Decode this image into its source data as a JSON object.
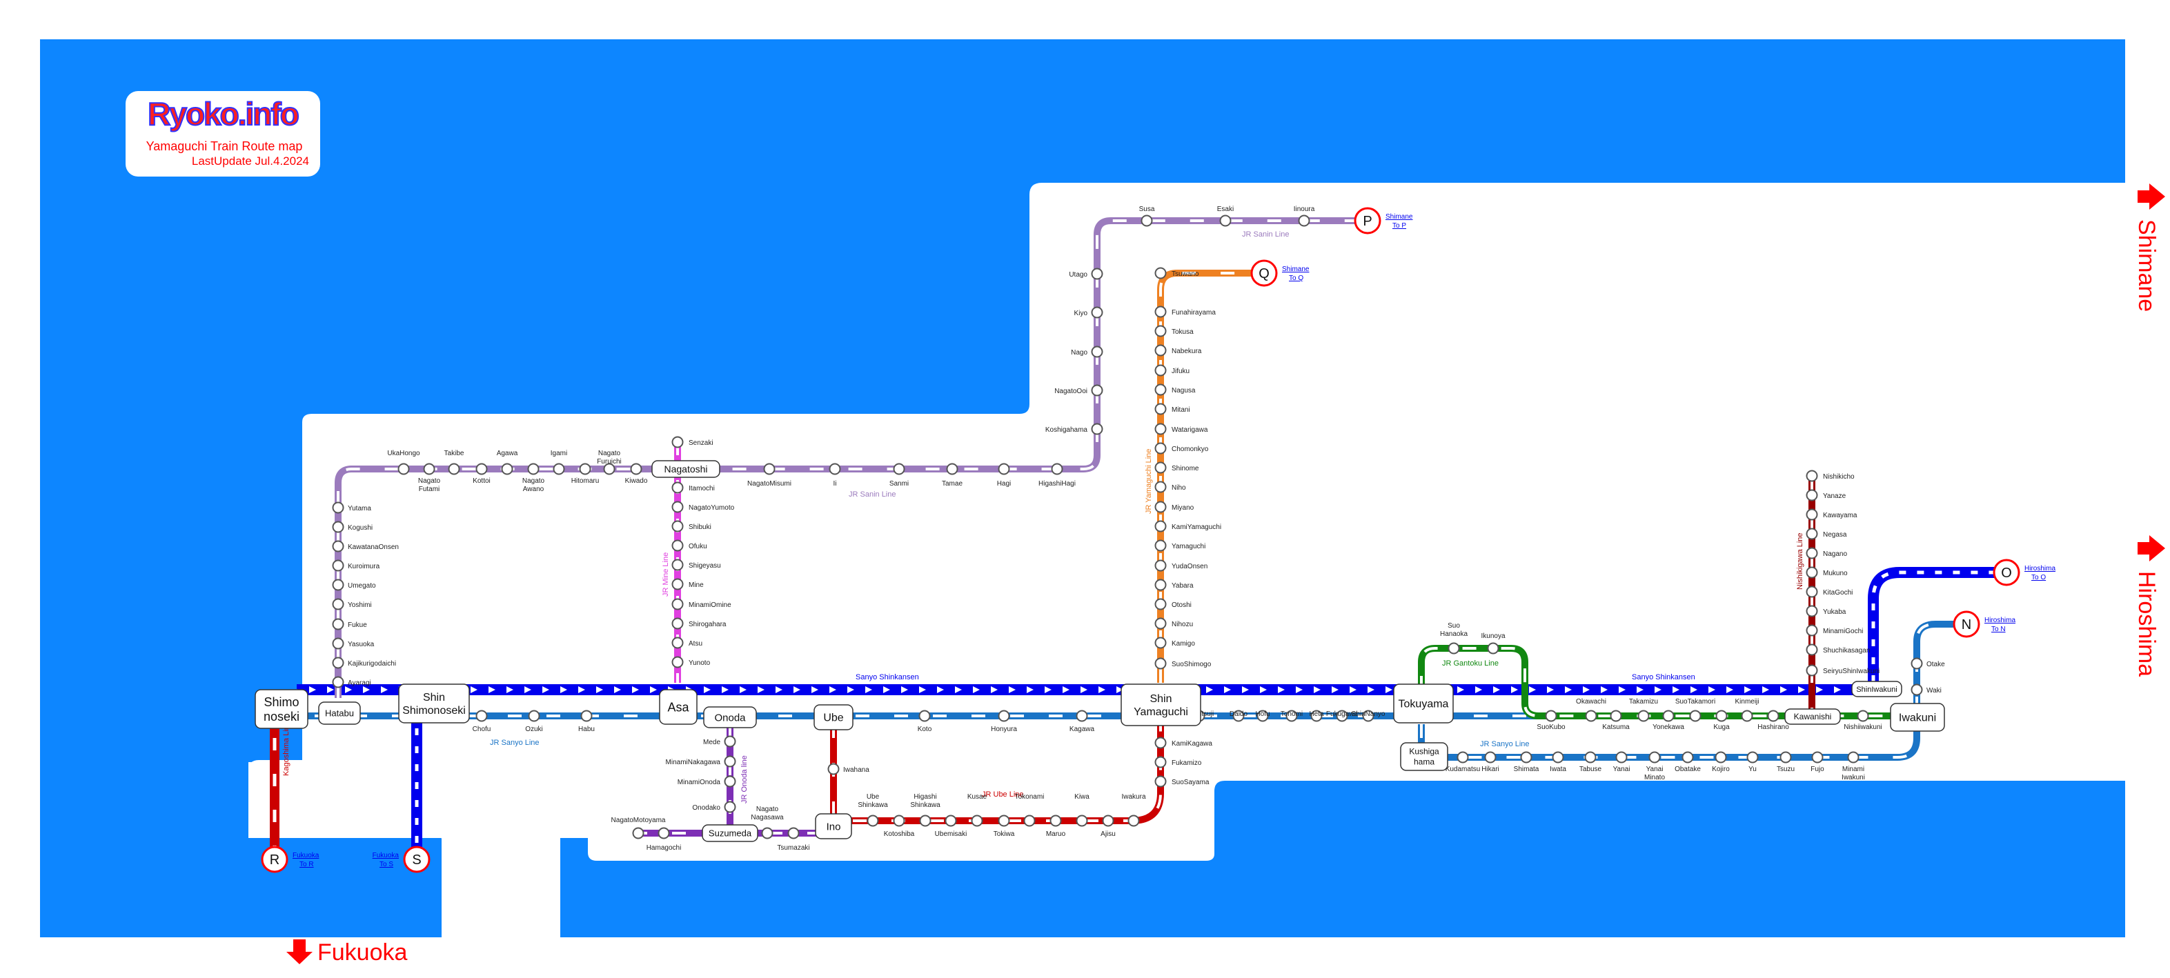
{
  "header": {
    "logo": "Ryoko.info",
    "title": "Yamaguchi Train Route map",
    "update": "LastUpdate Jul.4.2024"
  },
  "colors": {
    "sea": "#0d86ff",
    "land": "#ffffff",
    "shinkansen": "#0000ee",
    "sanyo": "#1a74c6",
    "sanin": "#9b7bbd",
    "mine": "#e040e0",
    "yamaguchi": "#ee8122",
    "ube": "#cc0000",
    "onoda": "#7d2fb5",
    "gantoku": "#118811",
    "nishikigawa": "#990000",
    "kagoshima": "#cc0000",
    "direction": "#ff0000"
  },
  "directions": {
    "shimane": "Shimane",
    "hiroshima": "Hiroshima",
    "fukuoka": "Fukuoka"
  },
  "line_labels": {
    "shinkansen_w": "Sanyo Shinkansen",
    "shinkansen_e": "Sanyo Shinkansen",
    "sanyo_w": "JR Sanyo Line",
    "sanyo_e": "JR Sanyo Line",
    "sanin_n": "JR Sanin Line",
    "sanin_w": "JR Sanin Line",
    "mine": "JR Mine Line",
    "yamaguchi": "JR Yamaguchi Line",
    "onoda": "JR Onoda line",
    "ube": "JR Ube Line",
    "gantoku": "JR Gantoku Line",
    "nishikigawa": "Nishikigawa Line",
    "kagoshima": "Kagoshima Line"
  },
  "terminals": {
    "P": {
      "letter": "P",
      "link1": "Shimane",
      "link2": "To P"
    },
    "Q": {
      "letter": "Q",
      "link1": "Shimane",
      "link2": "To Q"
    },
    "O": {
      "letter": "O",
      "link1": "Hiroshima",
      "link2": "To O"
    },
    "N": {
      "letter": "N",
      "link1": "Hiroshima",
      "link2": "To N"
    },
    "R": {
      "letter": "R",
      "link1": "Fukuoka",
      "link2": "To R"
    },
    "S": {
      "letter": "S",
      "link1": "Fukuoka",
      "link2": "To S"
    }
  },
  "major_stations": {
    "shimonoseki": [
      "Shimo",
      "noseki"
    ],
    "hatabu": [
      "Hatabu"
    ],
    "shin_shimonoseki": [
      "Shin",
      "Shimonoseki"
    ],
    "asa": [
      "Asa"
    ],
    "onoda": [
      "Onoda"
    ],
    "ube": [
      "Ube"
    ],
    "shin_yamaguchi": [
      "Shin",
      "Yamaguchi"
    ],
    "tokuyama": [
      "Tokuyama"
    ],
    "iwakuni": [
      "Iwakuni"
    ],
    "nagatoshi": [
      "Nagatoshi"
    ],
    "suzumeda": [
      "Suzumeda"
    ],
    "ino": [
      "Ino"
    ],
    "kushigahama": [
      "Kushiga",
      "hama"
    ],
    "kawanishi": [
      "Kawanishi"
    ],
    "shiniwakuni": [
      "ShinIwakuni"
    ]
  },
  "stations": {
    "sanin_north": [
      "Susa",
      "Esaki",
      "Iinoura"
    ],
    "sanin_vertical": [
      "Utago",
      "Kiyo",
      "Nago",
      "NagatoOoi",
      "Koshigahama"
    ],
    "sanin_main": [
      "NagatoMisumi",
      "Ii",
      "Sanmi",
      "Tamae",
      "Hagi",
      "HigashiHagi"
    ],
    "sanin_west_upper": [
      "UkaHongo",
      "Takibe",
      "Agawa",
      "Igami",
      "Nagato Furuichi"
    ],
    "sanin_west_lower": [
      "Nagato Futami",
      "Kottoi",
      "Nagato Awano",
      "Hitomaru",
      "Kiwado"
    ],
    "sanin_west_vertical": [
      "Yutama",
      "Kogushi",
      "KawatanaOnsen",
      "Kuroimura",
      "Umegato",
      "Yoshimi",
      "Fukue",
      "Yasuoka",
      "Kajikurigodaichi",
      "Ayaragi"
    ],
    "mine": [
      "Senzaki",
      "Itamochi",
      "NagatoYumoto",
      "Shibuki",
      "Ofuku",
      "Shigeyasu",
      "Mine",
      "MinamiOmine",
      "Shirogahara",
      "Atsu",
      "Yunoto"
    ],
    "yamaguchi": [
      "Tsuwano",
      "Funahirayama",
      "Tokusa",
      "Nabekura",
      "Jifuku",
      "Nagusa",
      "Mitani",
      "Watarigawa",
      "Chomonkyo",
      "Shinome",
      "Niho",
      "Miyano",
      "KamiYamaguchi",
      "Yamaguchi",
      "YudaOnsen",
      "Yabara",
      "Otoshi",
      "Nihozu",
      "Kamigo",
      "SuoShimogo"
    ],
    "sanyo_west": [
      "Chofu",
      "Ozuki",
      "Habu",
      "Koto",
      "Honyura",
      "Kagawa"
    ],
    "sanyo_east": [
      "Yotsutsuji",
      "Daido",
      "Hofu",
      "Tonomi",
      "Heta",
      "Fukugawa",
      "ShinNanyo"
    ],
    "onoda": [
      "Mede",
      "MinamiNakagawa",
      "MinamiOnoda",
      "Onodako",
      "Nagato Nagasawa",
      "NagatoMotoyama",
      "Hamagochi",
      "Tsumazaki"
    ],
    "ube": [
      "Iwahana",
      "KamiKagawa",
      "Fukamizo",
      "SuoSayama"
    ],
    "ube_lower_up": [
      "Ube Shinkawa",
      "Higashi Shinkawa",
      "Kusae",
      "Tokonami",
      "Kiwa",
      "Iwakura"
    ],
    "ube_lower_down": [
      "Kotoshiba",
      "Ubemisaki",
      "Tokiwa",
      "Maruo",
      "Ajisu"
    ],
    "gantoku": [
      "Suo Hanaoka",
      "Ikunoya",
      "SuoKubo",
      "Okawachi",
      "Katsuma",
      "Takamizu",
      "Yonekawa",
      "SuoTakamori",
      "Kuga",
      "Kinmeiji",
      "Hashirano",
      "Nishiiwakuni"
    ],
    "sanyo_coast": [
      "Kudamatsu",
      "Hikari",
      "Shimata",
      "Iwata",
      "Tabuse",
      "Yanai",
      "Yanai Minato",
      "Obatake",
      "Kojiro",
      "Yu",
      "Tsuzu",
      "Fujo",
      "Minami Iwakuni"
    ],
    "nishikigawa": [
      "Nishikicho",
      "Yanaze",
      "Kawayama",
      "Negasa",
      "Nagano",
      "Mukuno",
      "KitaGochi",
      "Yukaba",
      "MinamiGochi",
      "Shuchikasagan",
      "SeiryuShinIwakuni"
    ],
    "iwakuni_north": [
      "Otake",
      "Waki"
    ]
  }
}
